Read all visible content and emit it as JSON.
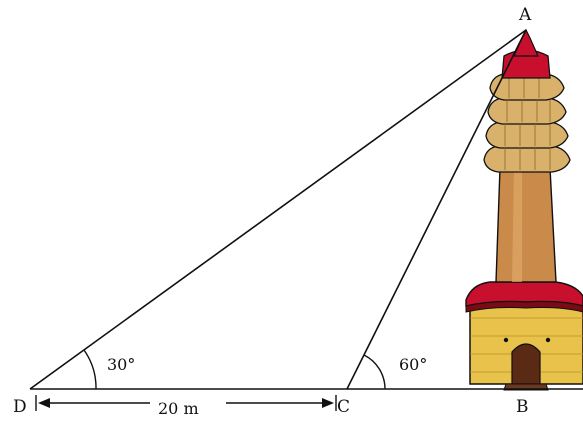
{
  "diagram": {
    "points": {
      "A": "A",
      "B": "B",
      "C": "C",
      "D": "D"
    },
    "angles": {
      "at_D": "30°",
      "at_C": "60°"
    },
    "dimension": {
      "DC": "20 m"
    }
  },
  "colors": {
    "line": "#111111",
    "roof_red": "#c8102e",
    "roof_dark": "#7a0a14",
    "balcony_tan": "#d9b16a",
    "shaft_brown": "#c98a4a",
    "base_yellow": "#e8c24a",
    "door_brown": "#5a2a14"
  }
}
